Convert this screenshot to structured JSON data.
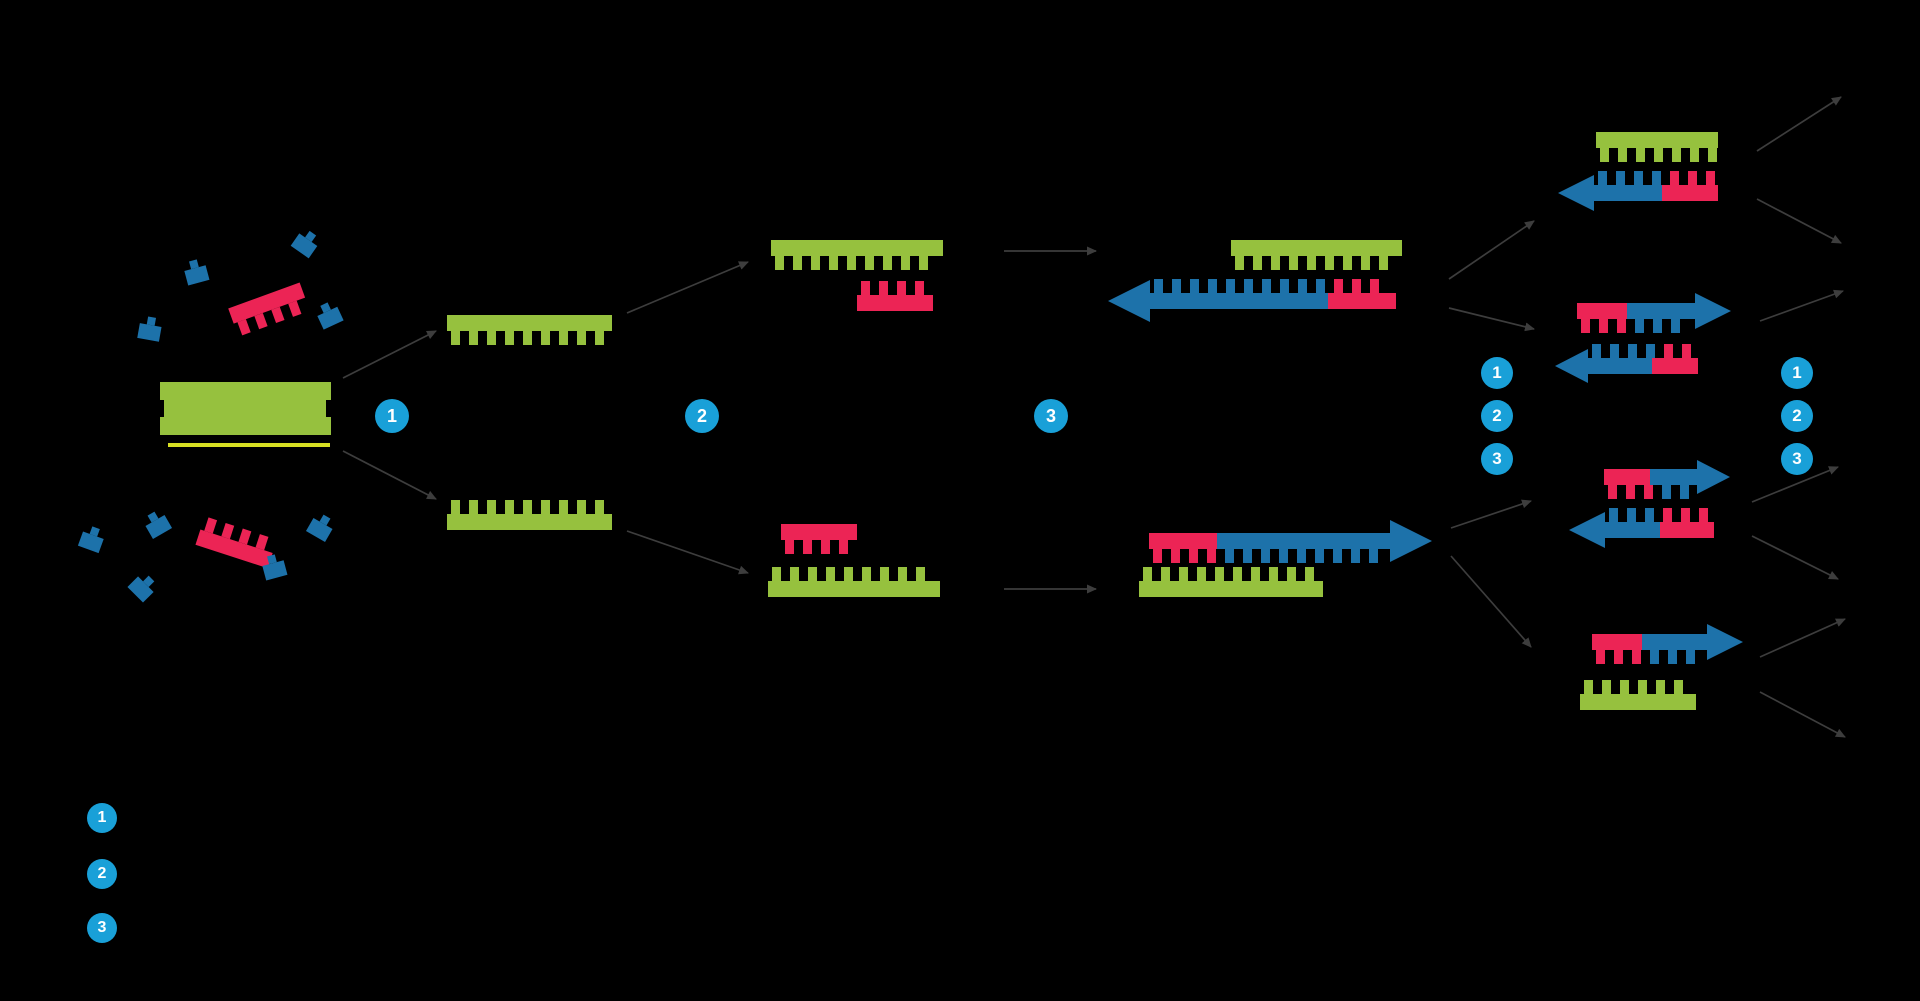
{
  "background_color": "#000000",
  "colors": {
    "strand_green": "#96c13e",
    "primer_red": "#ec2455",
    "polymerase_blue": "#1d72aa",
    "badge_blue": "#19a0d8",
    "badge_text": "#ffffff",
    "arrow_gray": "#3d3d3d",
    "highlight_yellow": "#d7df23",
    "background_color": "#000000"
  },
  "step_badges": {
    "main": [
      "1",
      "2",
      "3"
    ],
    "cycle_left": [
      "1",
      "2",
      "3"
    ],
    "cycle_right": [
      "1",
      "2",
      "3"
    ],
    "legend": [
      "1",
      "2",
      "3"
    ]
  },
  "icons": {
    "step_badge": "numbered-circle-icon",
    "nucleotide": "nucleotide-block-icon",
    "primer": "primer-comb-icon",
    "polymerase_strand": "new-strand-arrow-icon",
    "dna_strand": "dna-comb-strand-icon",
    "flow_arrow": "thin-arrow-icon"
  }
}
